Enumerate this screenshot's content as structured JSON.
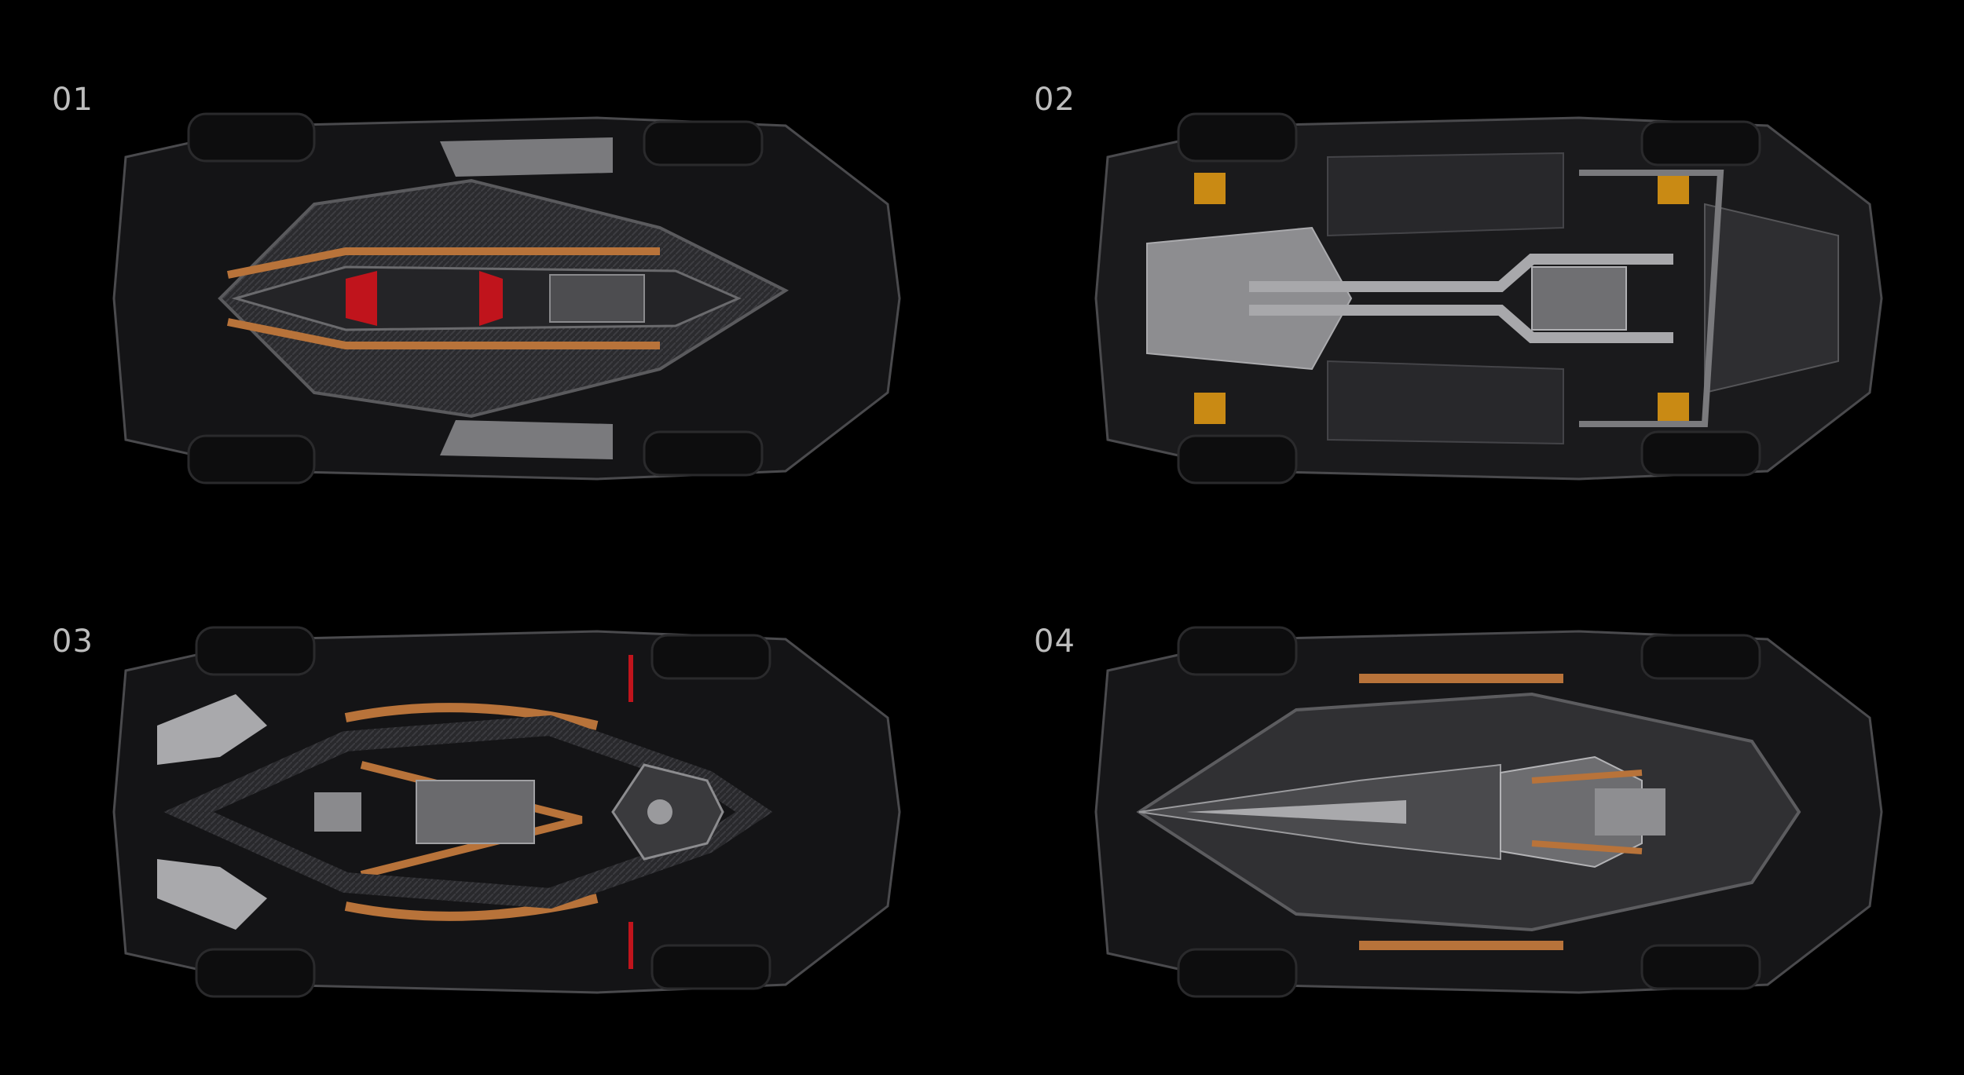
{
  "views": [
    {
      "label": "01",
      "variant": "top-carbon-frame"
    },
    {
      "label": "02",
      "variant": "underbody-plating"
    },
    {
      "label": "03",
      "variant": "top-skeleton-engine"
    },
    {
      "label": "04",
      "variant": "top-shell-canopy"
    }
  ],
  "colors": {
    "background": "#000000",
    "label": "#bdbdbd",
    "body_dark": "#1c1c1e",
    "carbon": "#3a3a3d",
    "panel_light": "#8d8d90",
    "copper_pipe": "#b8733a",
    "accent_red": "#c0141c",
    "suspension_gold": "#c98a14"
  }
}
